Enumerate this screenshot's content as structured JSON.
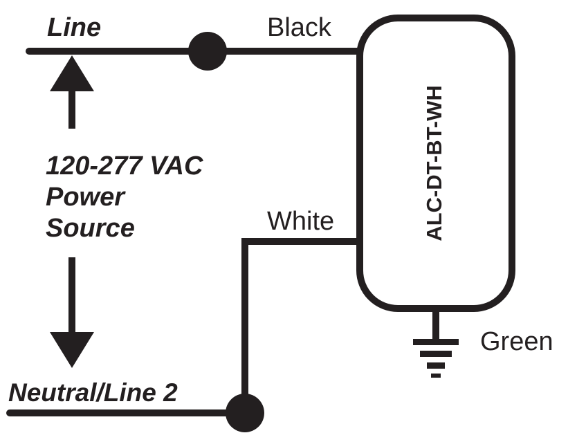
{
  "labels": {
    "line": "Line",
    "power_source_line1": "120-277 VAC",
    "power_source_line2": "Power",
    "power_source_line3": "Source",
    "neutral": "Neutral/Line 2",
    "black": "Black",
    "white": "White",
    "green": "Green",
    "device": "ALC-DT-BT-WH"
  },
  "colors": {
    "ink": "#231f20",
    "background": "#ffffff"
  },
  "icons": {
    "ground": "ground-symbol-icon",
    "junction": "junction-dot-icon",
    "arrow": "arrow-icon"
  }
}
